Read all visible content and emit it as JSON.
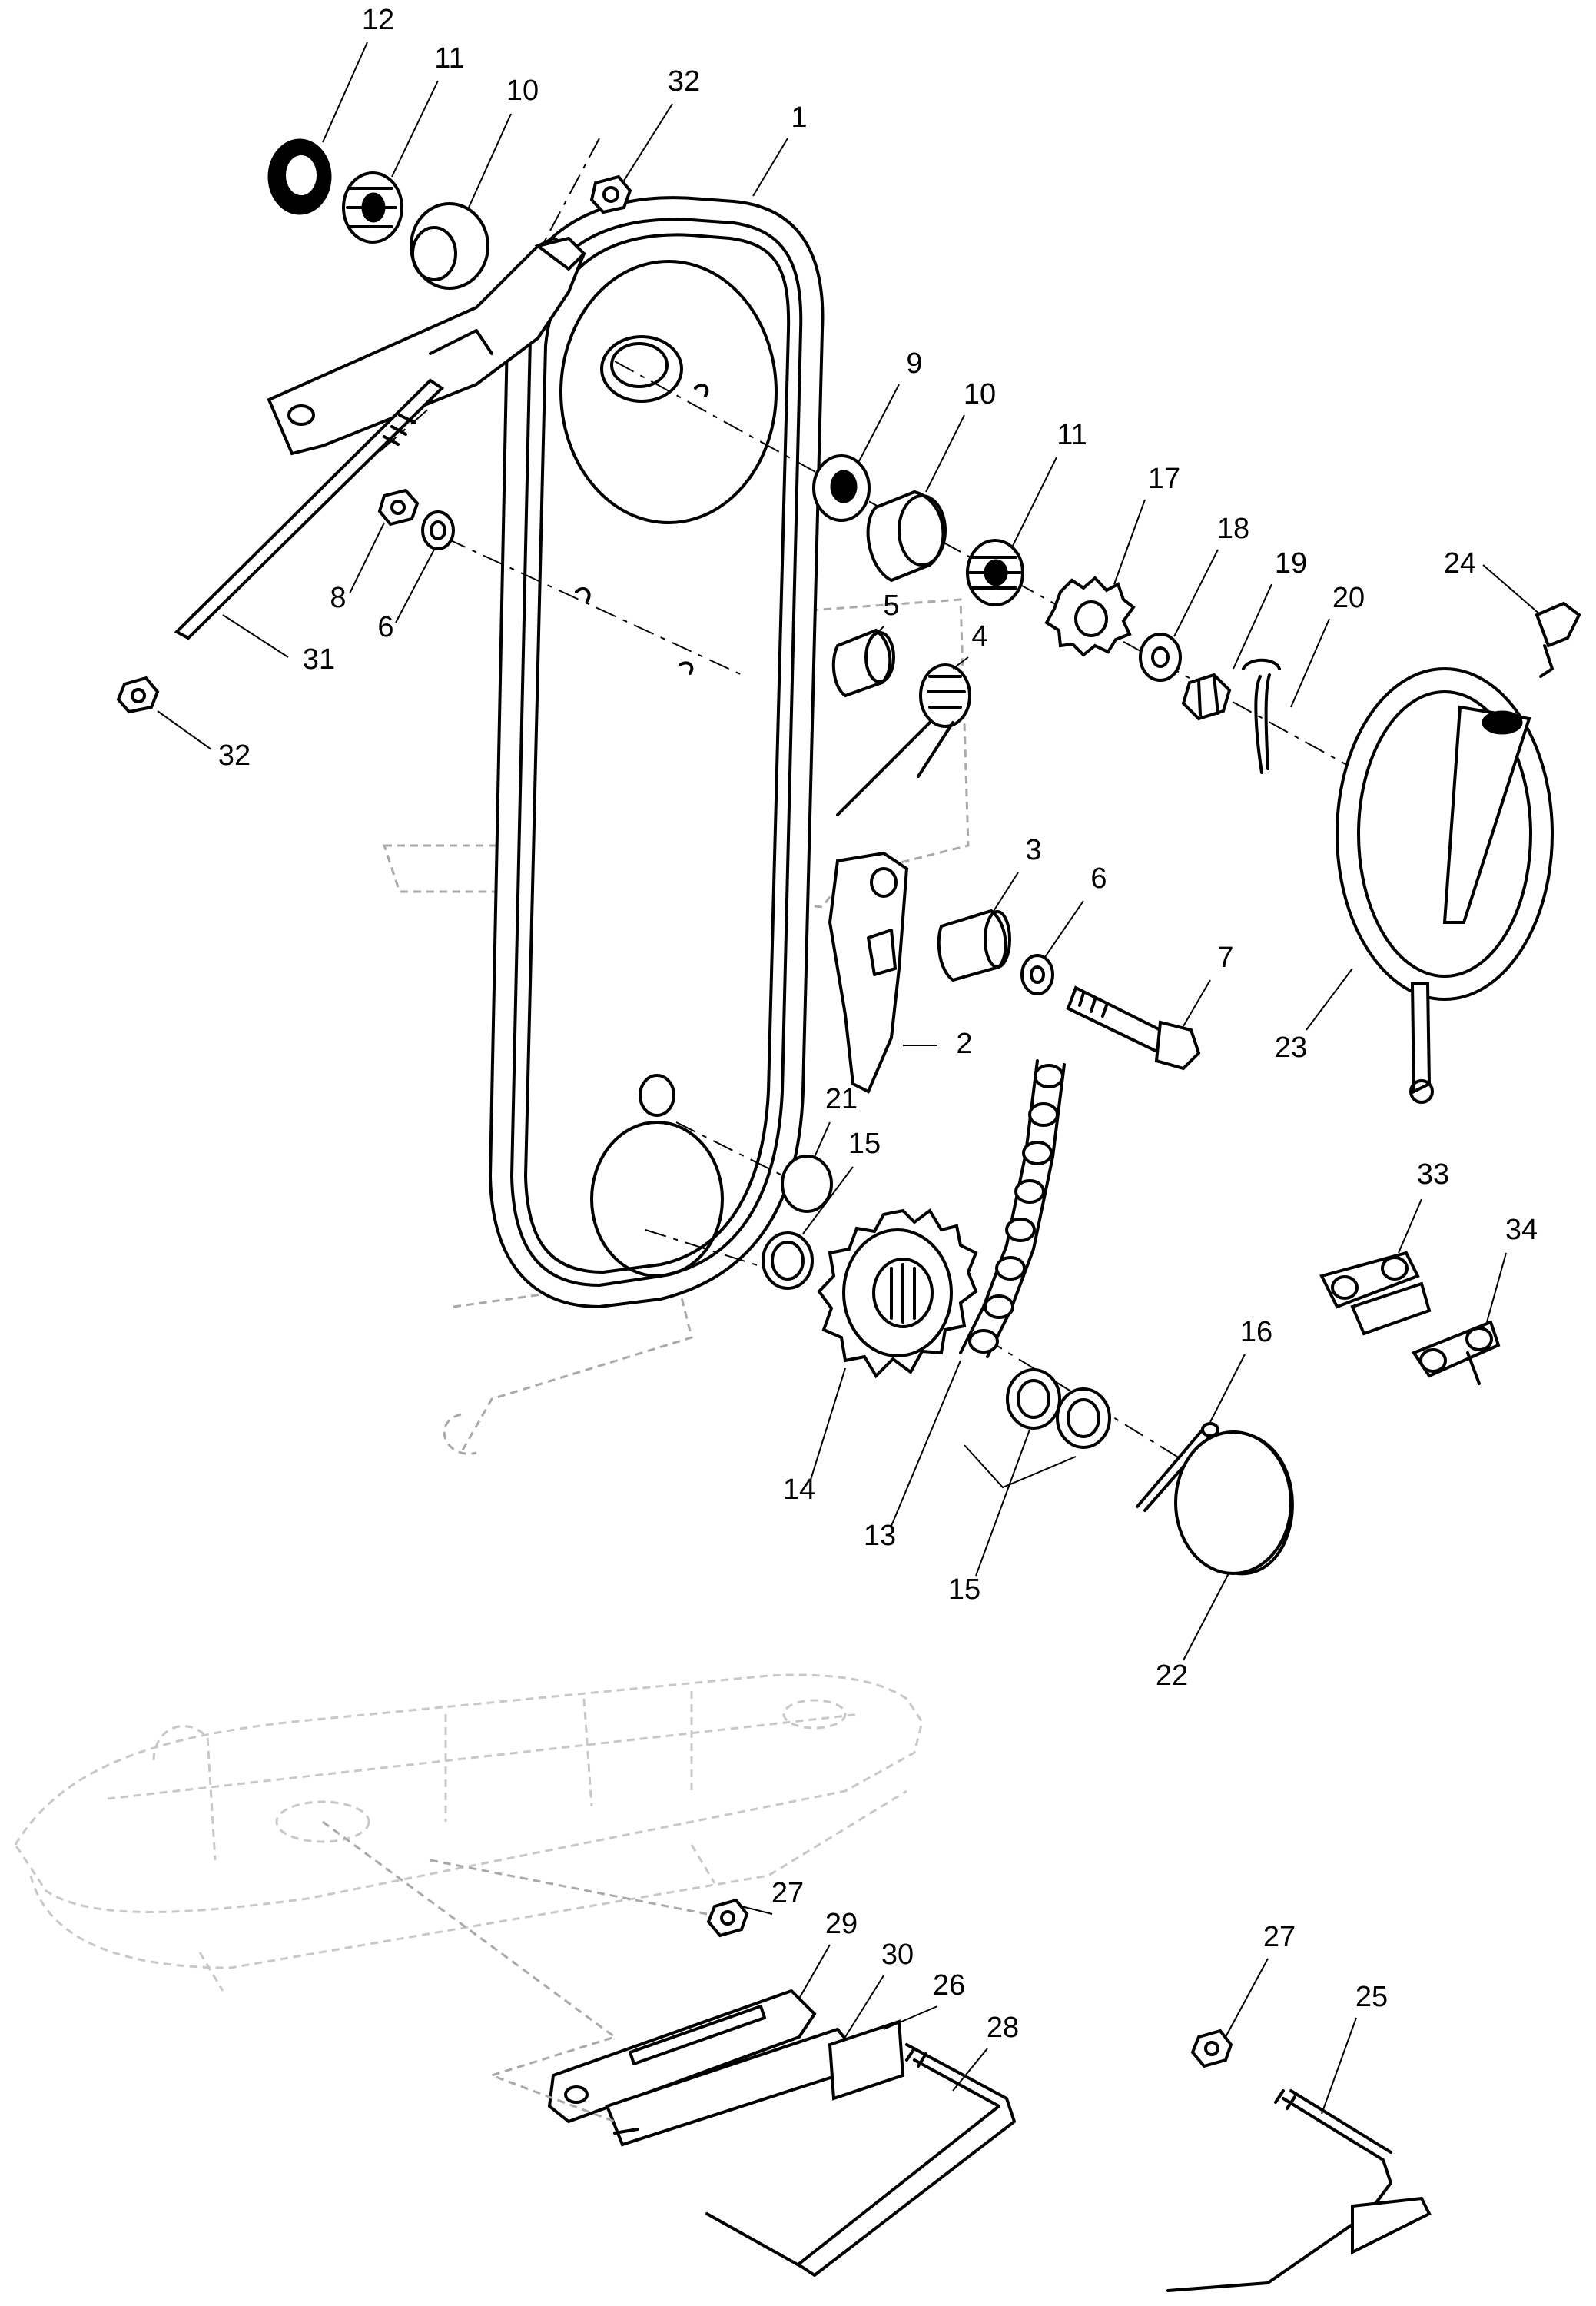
{
  "callouts": [
    {
      "id": "12",
      "label": "12"
    },
    {
      "id": "11a",
      "label": "11"
    },
    {
      "id": "10a",
      "label": "10"
    },
    {
      "id": "32a",
      "label": "32"
    },
    {
      "id": "1",
      "label": "1"
    },
    {
      "id": "9",
      "label": "9"
    },
    {
      "id": "10b",
      "label": "10"
    },
    {
      "id": "11b",
      "label": "11"
    },
    {
      "id": "17",
      "label": "17"
    },
    {
      "id": "18",
      "label": "18"
    },
    {
      "id": "19",
      "label": "19"
    },
    {
      "id": "20",
      "label": "20"
    },
    {
      "id": "24",
      "label": "24"
    },
    {
      "id": "5",
      "label": "5"
    },
    {
      "id": "4",
      "label": "4"
    },
    {
      "id": "8",
      "label": "8"
    },
    {
      "id": "6a",
      "label": "6"
    },
    {
      "id": "31",
      "label": "31"
    },
    {
      "id": "32b",
      "label": "32"
    },
    {
      "id": "3",
      "label": "3"
    },
    {
      "id": "6b",
      "label": "6"
    },
    {
      "id": "7",
      "label": "7"
    },
    {
      "id": "2",
      "label": "2"
    },
    {
      "id": "23",
      "label": "23"
    },
    {
      "id": "21",
      "label": "21"
    },
    {
      "id": "15a",
      "label": "15"
    },
    {
      "id": "33",
      "label": "33"
    },
    {
      "id": "34",
      "label": "34"
    },
    {
      "id": "16",
      "label": "16"
    },
    {
      "id": "14",
      "label": "14"
    },
    {
      "id": "13",
      "label": "13"
    },
    {
      "id": "15b",
      "label": "15"
    },
    {
      "id": "22",
      "label": "22"
    },
    {
      "id": "27a",
      "label": "27"
    },
    {
      "id": "29",
      "label": "29"
    },
    {
      "id": "30",
      "label": "30"
    },
    {
      "id": "26",
      "label": "26"
    },
    {
      "id": "28",
      "label": "28"
    },
    {
      "id": "27b",
      "label": "27"
    },
    {
      "id": "25",
      "label": "25"
    }
  ],
  "colors": {
    "ink": "#000000",
    "ghost": "#a9a9a9",
    "background": "#ffffff"
  }
}
